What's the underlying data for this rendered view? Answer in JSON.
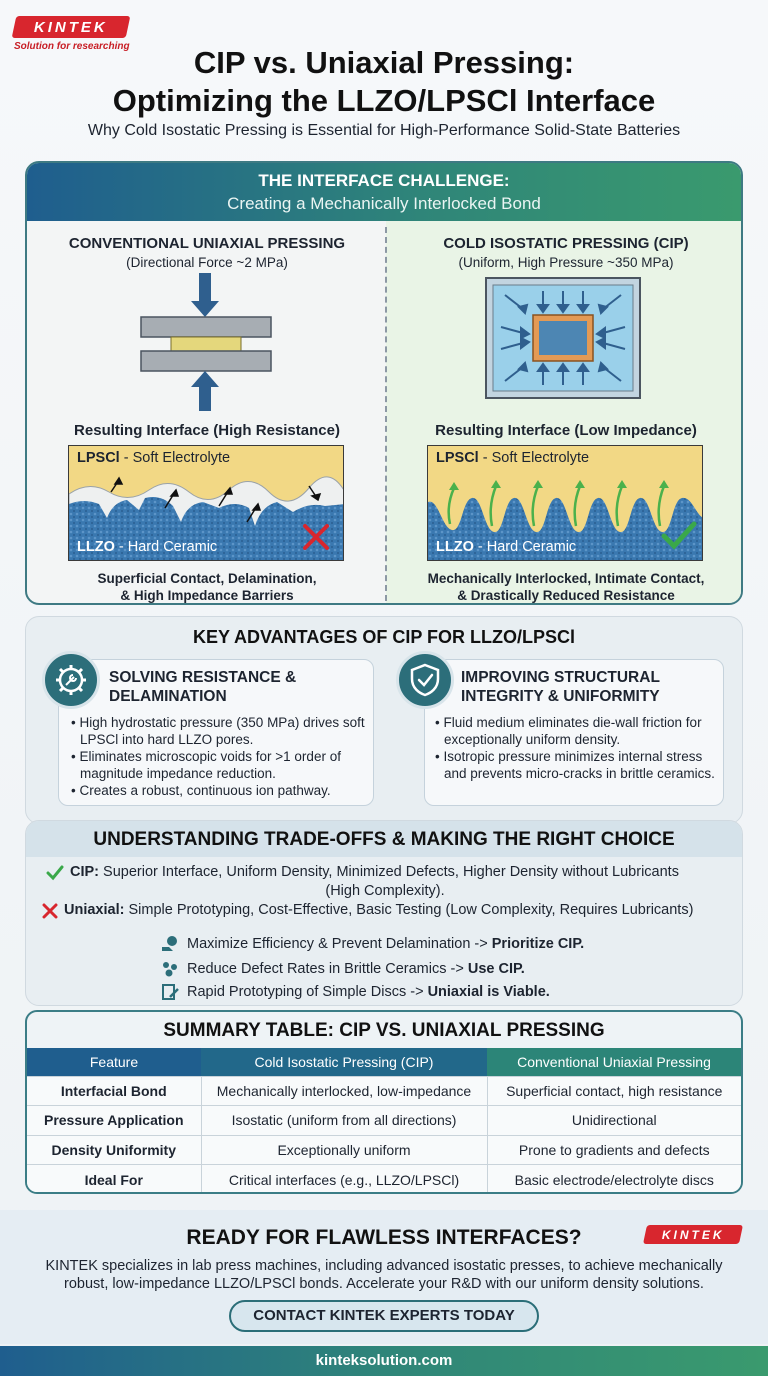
{
  "brand": {
    "logo": "KINTEK",
    "tagline": "Solution for researching",
    "website": "kinteksolution.com"
  },
  "header": {
    "title_line1": "CIP vs. Uniaxial Pressing:",
    "title_line2": "Optimizing the LLZO/LPSCl Interface",
    "subtitle": "Why Cold Isostatic Pressing is Essential for High-Performance Solid-State Batteries"
  },
  "challenge": {
    "title": "THE INTERFACE CHALLENGE:",
    "subtitle": "Creating a Mechanically Interlocked Bond",
    "left": {
      "title": "CONVENTIONAL UNIAXIAL PRESSING",
      "subtitle": "(Directional Force ~2 MPa)",
      "result_title": "Resulting Interface (High Resistance)",
      "top_material": "LPSCl",
      "top_desc": " - Soft Electrolyte",
      "bottom_material": "LLZO",
      "bottom_desc": " - Hard Ceramic",
      "caption_line1": "Superficial Contact, Delamination,",
      "caption_line2": "& High Impedance Barriers"
    },
    "right": {
      "title": "COLD ISOSTATIC PRESSING (CIP)",
      "subtitle": "(Uniform, High Pressure ~350 MPa)",
      "result_title": "Resulting Interface (Low Impedance)",
      "top_material": "LPSCl",
      "top_desc": " - Soft Electrolyte",
      "bottom_material": "LLZO",
      "bottom_desc": " - Hard Ceramic",
      "caption_line1": "Mechanically Interlocked, Intimate Contact,",
      "caption_line2": "& Drastically Reduced Resistance"
    }
  },
  "advantages": {
    "title": "KEY ADVANTAGES OF CIP FOR LLZO/LPSCl",
    "cards": [
      {
        "icon": "gear-wrench-icon",
        "title_line1": "SOLVING RESISTANCE &",
        "title_line2": "DELAMINATION",
        "bullets": [
          "• High hydrostatic pressure (350 MPa) drives soft LPSCl into hard LLZO pores.",
          "• Eliminates microscopic voids for >1 order of magnitude impedance reduction.",
          "• Creates a robust, continuous ion pathway."
        ]
      },
      {
        "icon": "shield-check-icon",
        "title_line1": "IMPROVING STRUCTURAL",
        "title_line2": "INTEGRITY & UNIFORMITY",
        "bullets": [
          "• Fluid medium eliminates die-wall friction for exceptionally uniform density.",
          "• Isotropic pressure minimizes internal stress and prevents micro-cracks in brittle ceramics."
        ]
      }
    ]
  },
  "tradeoffs": {
    "title": "UNDERSTANDING TRADE-OFFS & MAKING THE RIGHT CHOICE",
    "cip_label": "CIP:",
    "cip_text": " Superior Interface, Uniform Density, Minimized Defects, Higher Density without Lubricants",
    "cip_text2": "(High Complexity).",
    "uni_label": "Uniaxial:",
    "uni_text": " Simple Prototyping, Cost-Effective, Basic Testing (Low Complexity, Requires Lubricants)",
    "recs": [
      {
        "icon": "efficiency-icon",
        "text": "Maximize Efficiency & Prevent Delamination -> ",
        "bold": "Prioritize CIP."
      },
      {
        "icon": "defect-icon",
        "text": "Reduce Defect Rates in Brittle Ceramics -> ",
        "bold": "Use CIP."
      },
      {
        "icon": "prototype-icon",
        "text": "Rapid Prototyping of Simple Discs -> ",
        "bold": "Uniaxial is Viable."
      }
    ]
  },
  "summary": {
    "title": "SUMMARY TABLE: CIP VS. UNIAXIAL PRESSING",
    "headers": [
      "Feature",
      "Cold Isostatic Pressing (CIP)",
      "Conventional Uniaxial Pressing"
    ],
    "rows": [
      [
        "Interfacial Bond",
        "Mechanically interlocked, low-impedance",
        "Superficial contact, high resistance"
      ],
      [
        "Pressure Application",
        "Isostatic (uniform from all directions)",
        "Unidirectional"
      ],
      [
        "Density Uniformity",
        "Exceptionally uniform",
        "Prone to gradients and defects"
      ],
      [
        "Ideal For",
        "Critical interfaces (e.g., LLZO/LPSCl)",
        "Basic electrode/electrolyte discs"
      ]
    ]
  },
  "cta": {
    "title": "READY FOR FLAWLESS INTERFACES?",
    "body_line1": "KINTEK specializes in lab press machines, including advanced isostatic presses, to achieve mechanically",
    "body_line2": "robust, low-impedance LLZO/LPSCl bonds. Accelerate your R&D with our uniform density solutions.",
    "button": "CONTACT KINTEK EXPERTS TODAY"
  }
}
